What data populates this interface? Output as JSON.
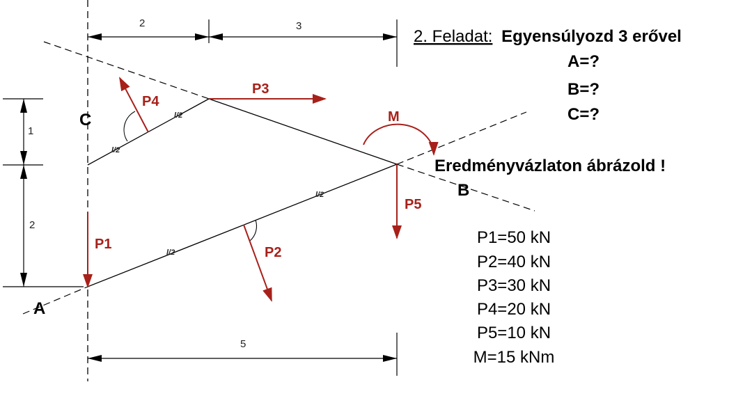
{
  "title": {
    "prefix": "2. Feladat:",
    "task": "Egyensúlyozd 3 erővel"
  },
  "unknowns": [
    "A=?",
    "B=?",
    "C=?"
  ],
  "instruction": "Eredményvázlaton ábrázold !",
  "loads": [
    "P1=50 kN",
    "P2=40 kN",
    "P3=30 kN",
    "P4=20 kN",
    "P5=10 kN",
    "M=15 kNm"
  ],
  "dimensions": {
    "top_left": "2",
    "top_right": "3",
    "left_upper": "1",
    "left_lower": "2",
    "bottom": "5"
  },
  "points": {
    "A": "A",
    "B": "B",
    "C": "C"
  },
  "forces": {
    "P1": "P1",
    "P2": "P2",
    "P3": "P3",
    "P4": "P4",
    "P5": "P5",
    "M": "M"
  },
  "half_length": "l/2",
  "colors": {
    "force": "#a8201a",
    "line": "#000000"
  }
}
